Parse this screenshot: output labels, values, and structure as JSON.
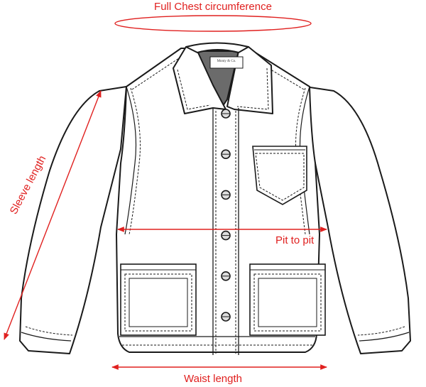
{
  "labels": {
    "chest": "Full Chest circumference",
    "sleeve": "Sleeve length",
    "pit": "Pit to pit",
    "waist": "Waist length"
  },
  "brand_tag": "Monty & Co.",
  "button_count": 6,
  "colors": {
    "measure": "#e0201f",
    "outline": "#1a1a1a",
    "collar_inner": "#6b6b6b",
    "fill": "#ffffff"
  }
}
